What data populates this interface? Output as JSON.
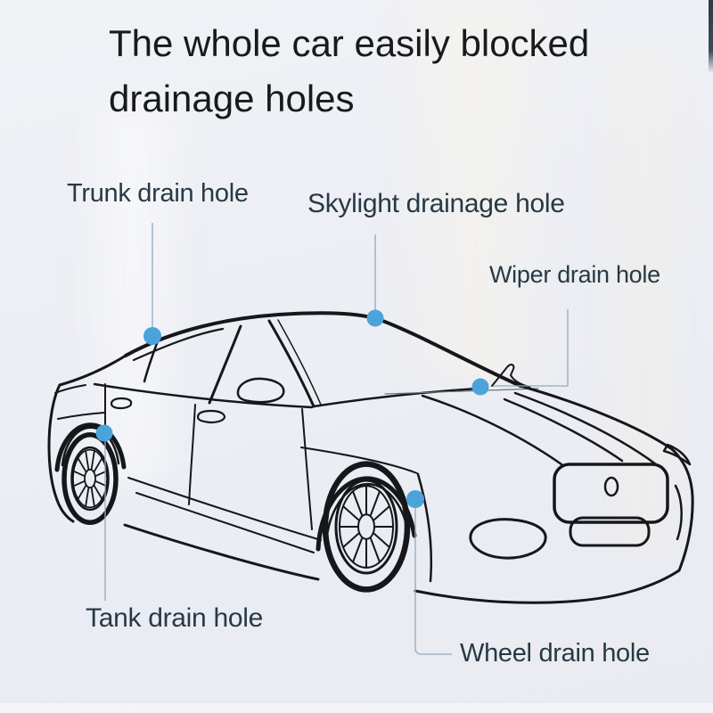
{
  "title": {
    "line1": "The whole car easily blocked",
    "line2": "drainage holes"
  },
  "hotspots": [
    {
      "id": "trunk",
      "label": "Trunk drain hole"
    },
    {
      "id": "skylight",
      "label": "Skylight drainage hole"
    },
    {
      "id": "wiper",
      "label": "Wiper drain hole"
    },
    {
      "id": "tank",
      "label": "Tank drain hole"
    },
    {
      "id": "wheel",
      "label": "Wheel drain hole"
    }
  ],
  "colors": {
    "marker_blue": "#4ba3d9",
    "leader_line": "#92aabf",
    "label_text": "#273944",
    "title_text": "#181a1b",
    "car_line": "#15171b",
    "background": "#edeff4"
  }
}
